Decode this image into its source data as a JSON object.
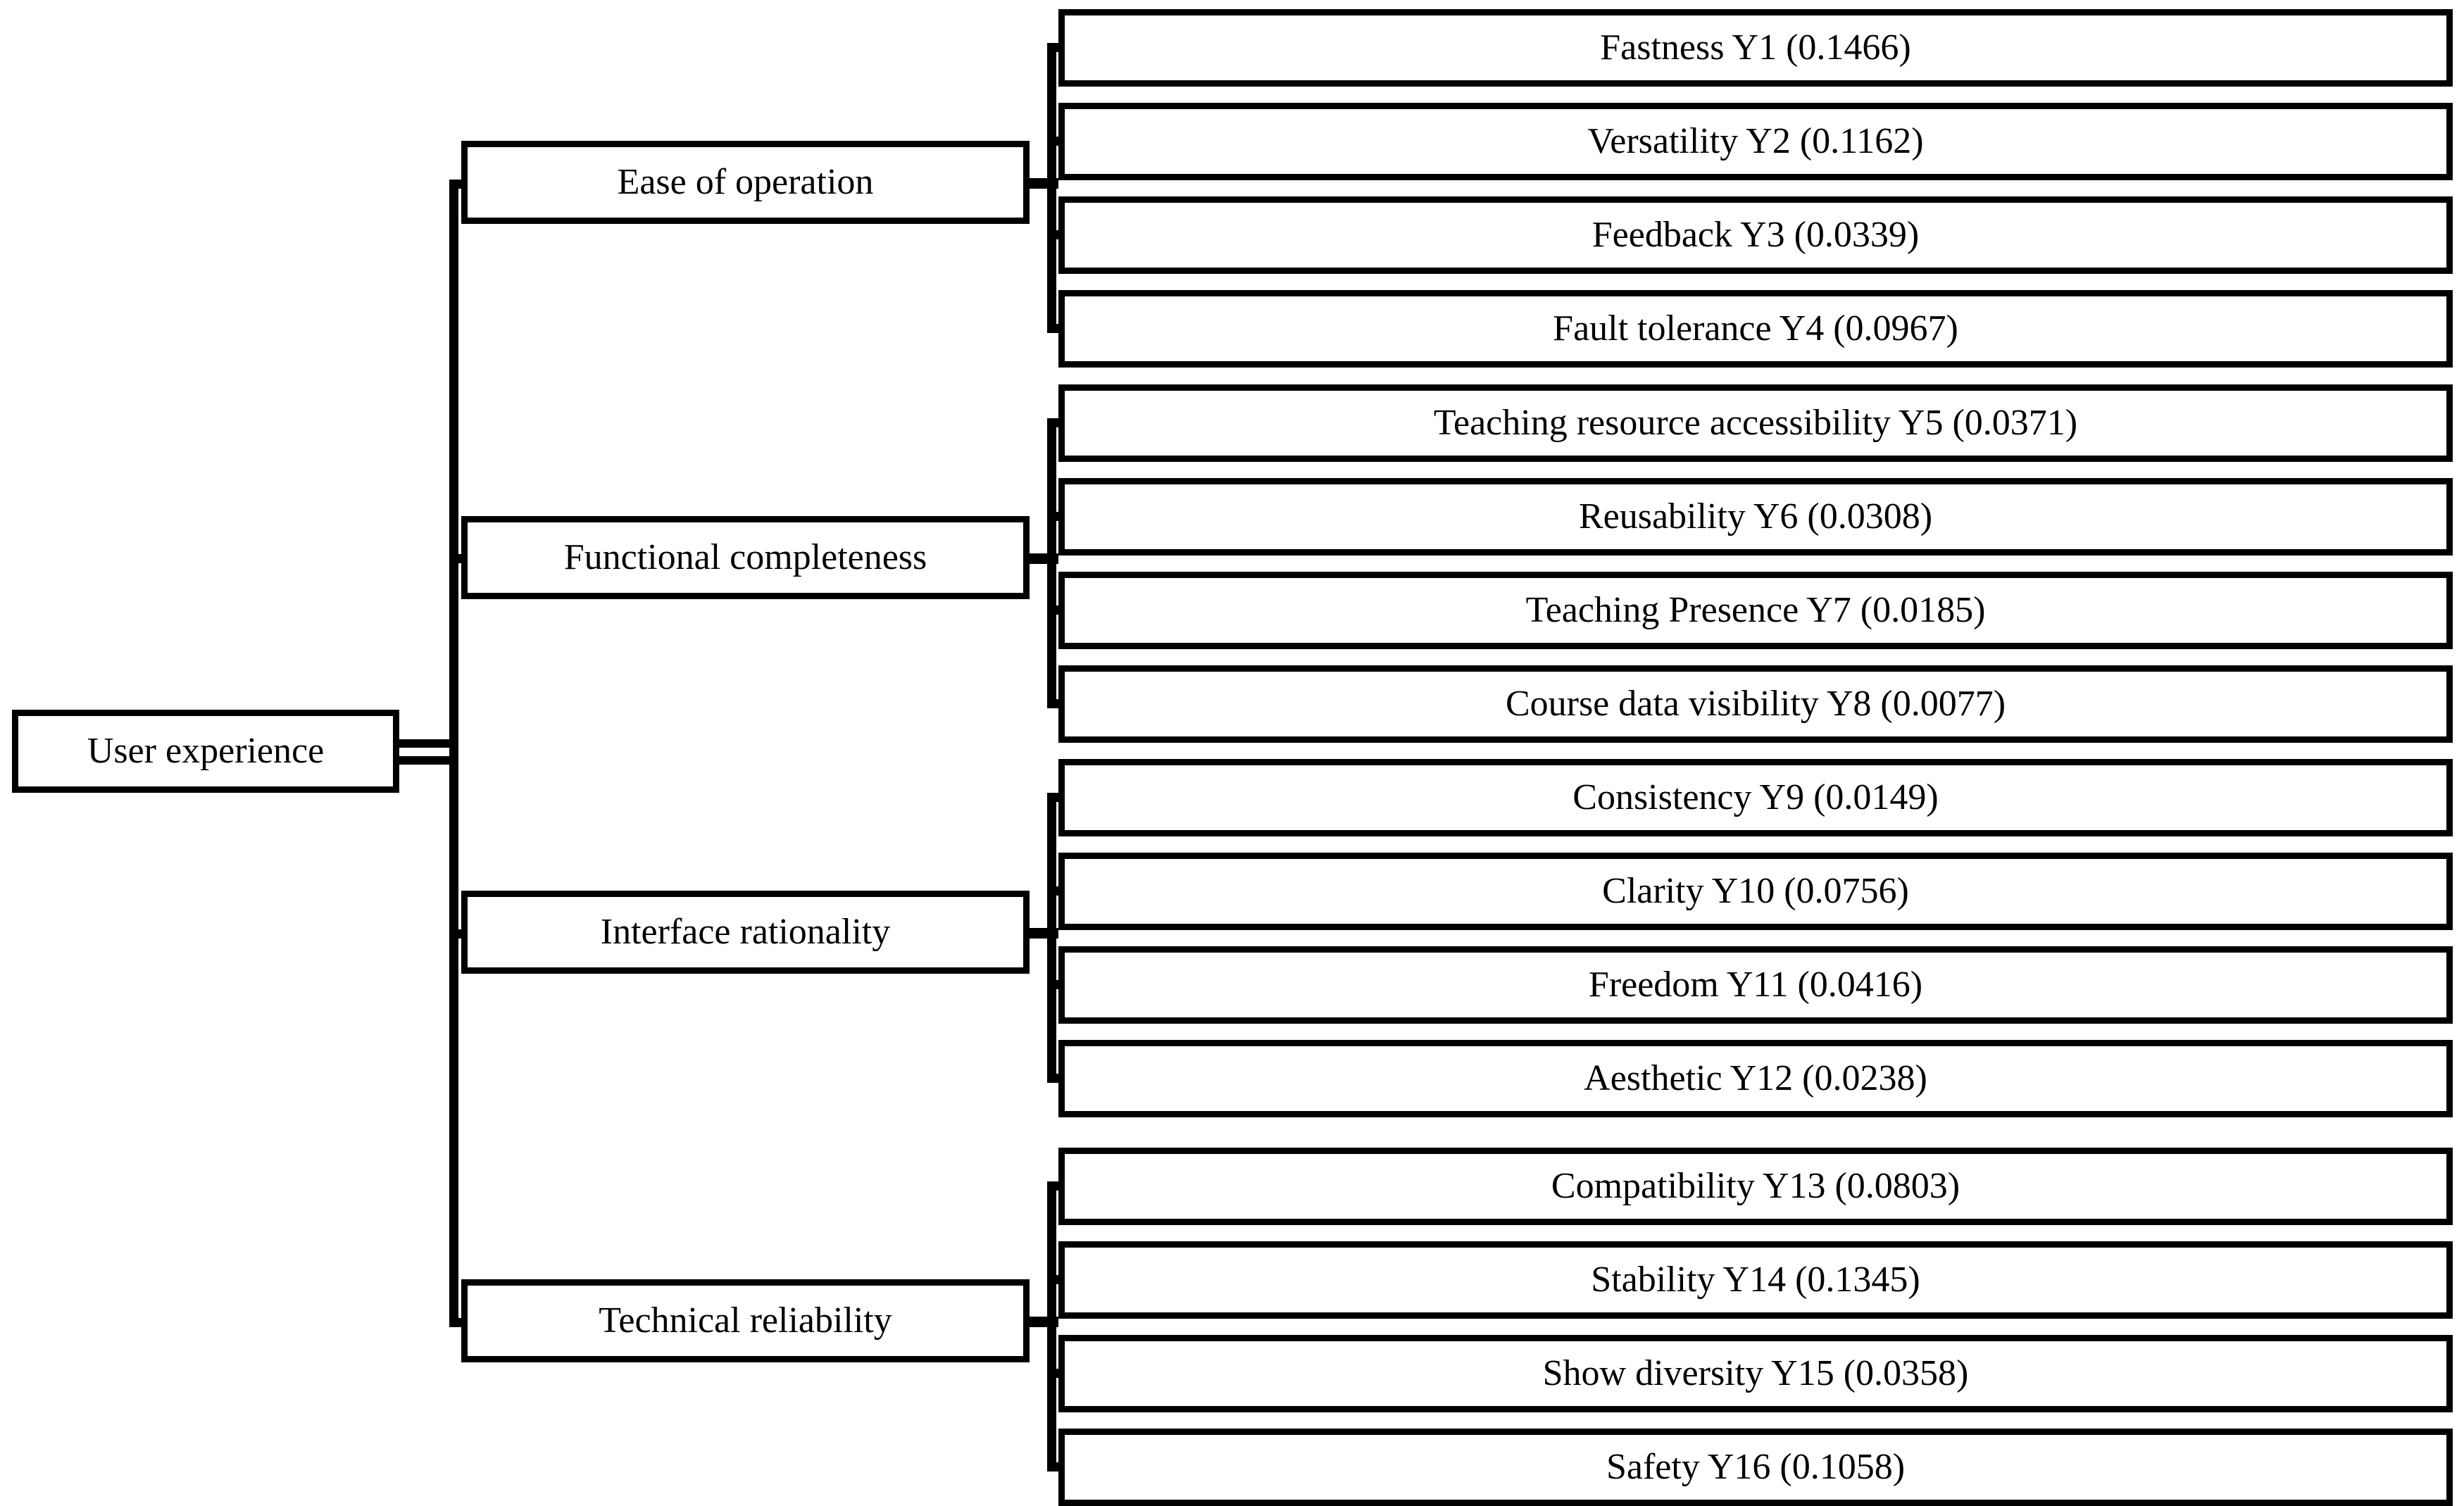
{
  "diagram": {
    "title_root": "User experience",
    "root": {
      "label": "User experience"
    },
    "dimensions": {
      "categories": [
        {
          "label": "Ease of operation",
          "indicators": [
            {
              "name": "Fastness",
              "code": "Y1",
              "weight": "0.1466",
              "label": "Fastness Y1 (0.1466)"
            },
            {
              "name": "Versatility",
              "code": "Y2",
              "weight": "0.1162",
              "label": "Versatility Y2 (0.1162)"
            },
            {
              "name": "Feedback",
              "code": "Y3",
              "weight": "0.0339",
              "label": "Feedback Y3 (0.0339)"
            },
            {
              "name": "Fault tolerance",
              "code": "Y4",
              "weight": "0.0967",
              "label": "Fault tolerance Y4 (0.0967)"
            }
          ]
        },
        {
          "label": "Functional completeness",
          "indicators": [
            {
              "name": "Teaching resource accessibility",
              "code": "Y5",
              "weight": "0.0371",
              "label": "Teaching resource accessibility Y5 (0.0371)"
            },
            {
              "name": "Reusability",
              "code": "Y6",
              "weight": "0.0308",
              "label": "Reusability Y6 (0.0308)"
            },
            {
              "name": "Teaching Presence",
              "code": "Y7",
              "weight": "0.0185",
              "label": "Teaching Presence Y7 (0.0185)"
            },
            {
              "name": "Course data visibility",
              "code": "Y8",
              "weight": "0.0077",
              "label": "Course data visibility Y8 (0.0077)"
            }
          ]
        },
        {
          "label": "Interface rationality",
          "indicators": [
            {
              "name": "Consistency",
              "code": "Y9",
              "weight": "0.0149",
              "label": "Consistency Y9 (0.0149)"
            },
            {
              "name": "Clarity",
              "code": "Y10",
              "weight": "0.0756",
              "label": "Clarity Y10 (0.0756)"
            },
            {
              "name": "Freedom",
              "code": "Y11",
              "weight": "0.0416",
              "label": "Freedom Y11 (0.0416)"
            },
            {
              "name": "Aesthetic",
              "code": "Y12",
              "weight": "0.0238",
              "label": "Aesthetic Y12 (0.0238)"
            }
          ]
        },
        {
          "label": "Technical reliability",
          "indicators": [
            {
              "name": "Compatibility",
              "code": "Y13",
              "weight": "0.0803",
              "label": "Compatibility Y13 (0.0803)"
            },
            {
              "name": "Stability",
              "code": "Y14",
              "weight": "0.1345",
              "label": "Stability Y14 (0.1345)"
            },
            {
              "name": "Show diversity",
              "code": "Y15",
              "weight": "0.0358",
              "label": "Show diversity Y15 (0.0358)"
            },
            {
              "name": "Safety",
              "code": "Y16",
              "weight": "0.1058",
              "label": "Safety Y16 (0.1058)"
            }
          ]
        }
      ]
    },
    "colors": {
      "stroke": "#000000",
      "fill": "#ffffff",
      "text": "#000000"
    }
  }
}
